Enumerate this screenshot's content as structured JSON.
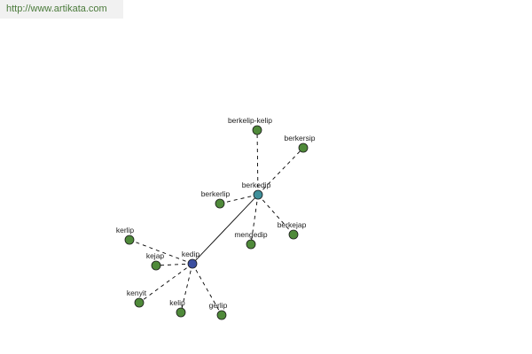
{
  "header": {
    "url": "http://www.artikata.com"
  },
  "colors": {
    "leaf_node": "#4f8a3a",
    "center_node": "#3f8f9a",
    "root_node": "#3b4fa0",
    "edge": "#000000",
    "banner_text": "#4a7a3a"
  },
  "graph": {
    "nodes": [
      {
        "id": "kedip",
        "label": "kedip",
        "kind": "root"
      },
      {
        "id": "berkedip",
        "label": "berkedip",
        "kind": "center"
      },
      {
        "id": "berkelip-kelip",
        "label": "berkelip-kelip",
        "kind": "leaf"
      },
      {
        "id": "berkersip",
        "label": "berkersip",
        "kind": "leaf"
      },
      {
        "id": "berkerlip",
        "label": "berkerlip",
        "kind": "leaf"
      },
      {
        "id": "mengedip",
        "label": "mengedip",
        "kind": "leaf"
      },
      {
        "id": "berkejap",
        "label": "berkejap",
        "kind": "leaf"
      },
      {
        "id": "kerlip",
        "label": "kerlip",
        "kind": "leaf"
      },
      {
        "id": "kejap",
        "label": "kejap",
        "kind": "leaf"
      },
      {
        "id": "kenyit",
        "label": "kenyit",
        "kind": "leaf"
      },
      {
        "id": "kelip",
        "label": "kelip",
        "kind": "leaf"
      },
      {
        "id": "gerlip",
        "label": "gerlip",
        "kind": "leaf"
      }
    ],
    "edges": [
      {
        "from": "kedip",
        "to": "berkedip",
        "style": "solid"
      },
      {
        "from": "berkedip",
        "to": "berkelip-kelip",
        "style": "dashed"
      },
      {
        "from": "berkedip",
        "to": "berkersip",
        "style": "dashed"
      },
      {
        "from": "berkedip",
        "to": "berkerlip",
        "style": "dashed"
      },
      {
        "from": "berkedip",
        "to": "mengedip",
        "style": "dashed"
      },
      {
        "from": "berkedip",
        "to": "berkejap",
        "style": "dashed"
      },
      {
        "from": "kedip",
        "to": "kerlip",
        "style": "dashed"
      },
      {
        "from": "kedip",
        "to": "kejap",
        "style": "dashed"
      },
      {
        "from": "kedip",
        "to": "kenyit",
        "style": "dashed"
      },
      {
        "from": "kedip",
        "to": "kelip",
        "style": "dashed"
      },
      {
        "from": "kedip",
        "to": "gerlip",
        "style": "dashed"
      }
    ]
  }
}
